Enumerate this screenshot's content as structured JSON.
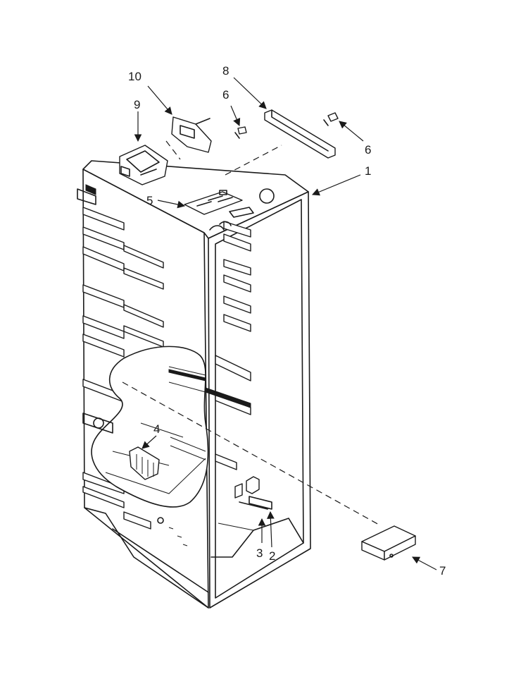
{
  "callouts": {
    "c1": "1",
    "c2": "2",
    "c3": "3",
    "c4": "4",
    "c5": "5",
    "c6a": "6",
    "c6b": "6",
    "c7": "7",
    "c8": "8",
    "c9": "9",
    "c10": "10"
  }
}
